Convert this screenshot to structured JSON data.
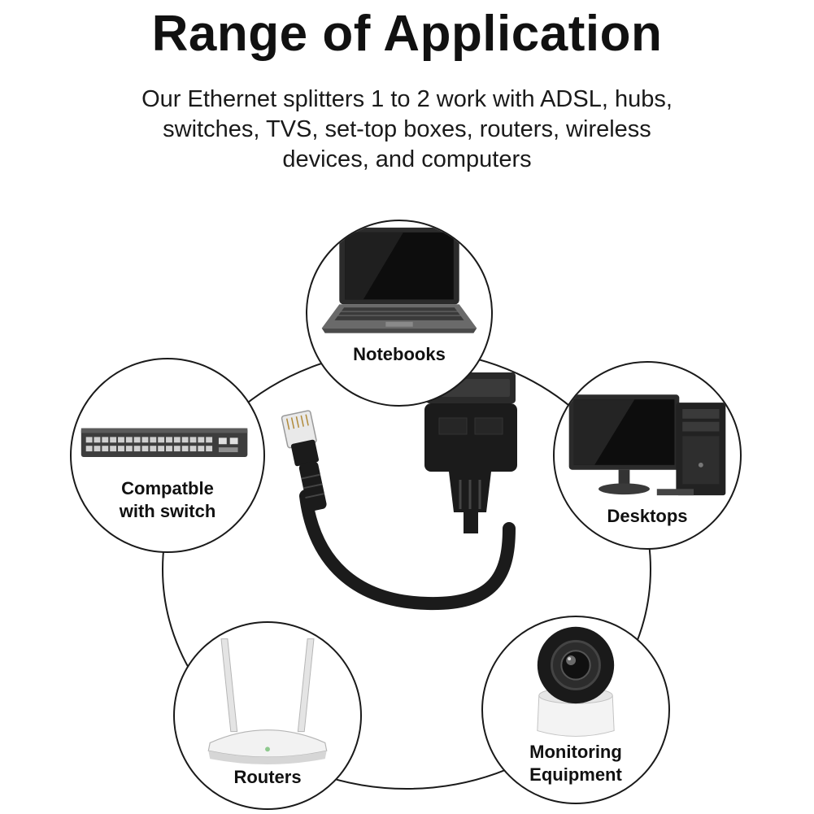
{
  "header": {
    "title": "Range of Application",
    "subtitle_lines": [
      "Our Ethernet splitters 1 to 2 work with ADSL, hubs,",
      "switches, TVS, set-top boxes, routers, wireless",
      "devices, and computers"
    ]
  },
  "applications": {
    "notebooks": {
      "label": "Notebooks",
      "icon": "laptop-icon"
    },
    "switch": {
      "label_lines": [
        "Compatble",
        "with switch"
      ],
      "icon": "network-switch-icon"
    },
    "desktops": {
      "label": "Desktops",
      "icon": "desktop-computer-icon"
    },
    "routers": {
      "label": "Routers",
      "icon": "wifi-router-icon"
    },
    "monitoring": {
      "label_lines": [
        "Monitoring",
        "Equipment"
      ],
      "icon": "security-camera-icon"
    }
  },
  "product": {
    "icon": "ethernet-splitter-icon"
  },
  "colors": {
    "text": "#111111",
    "outline": "#1a1a1a",
    "product": "#1b1b1b",
    "background": "#ffffff"
  }
}
